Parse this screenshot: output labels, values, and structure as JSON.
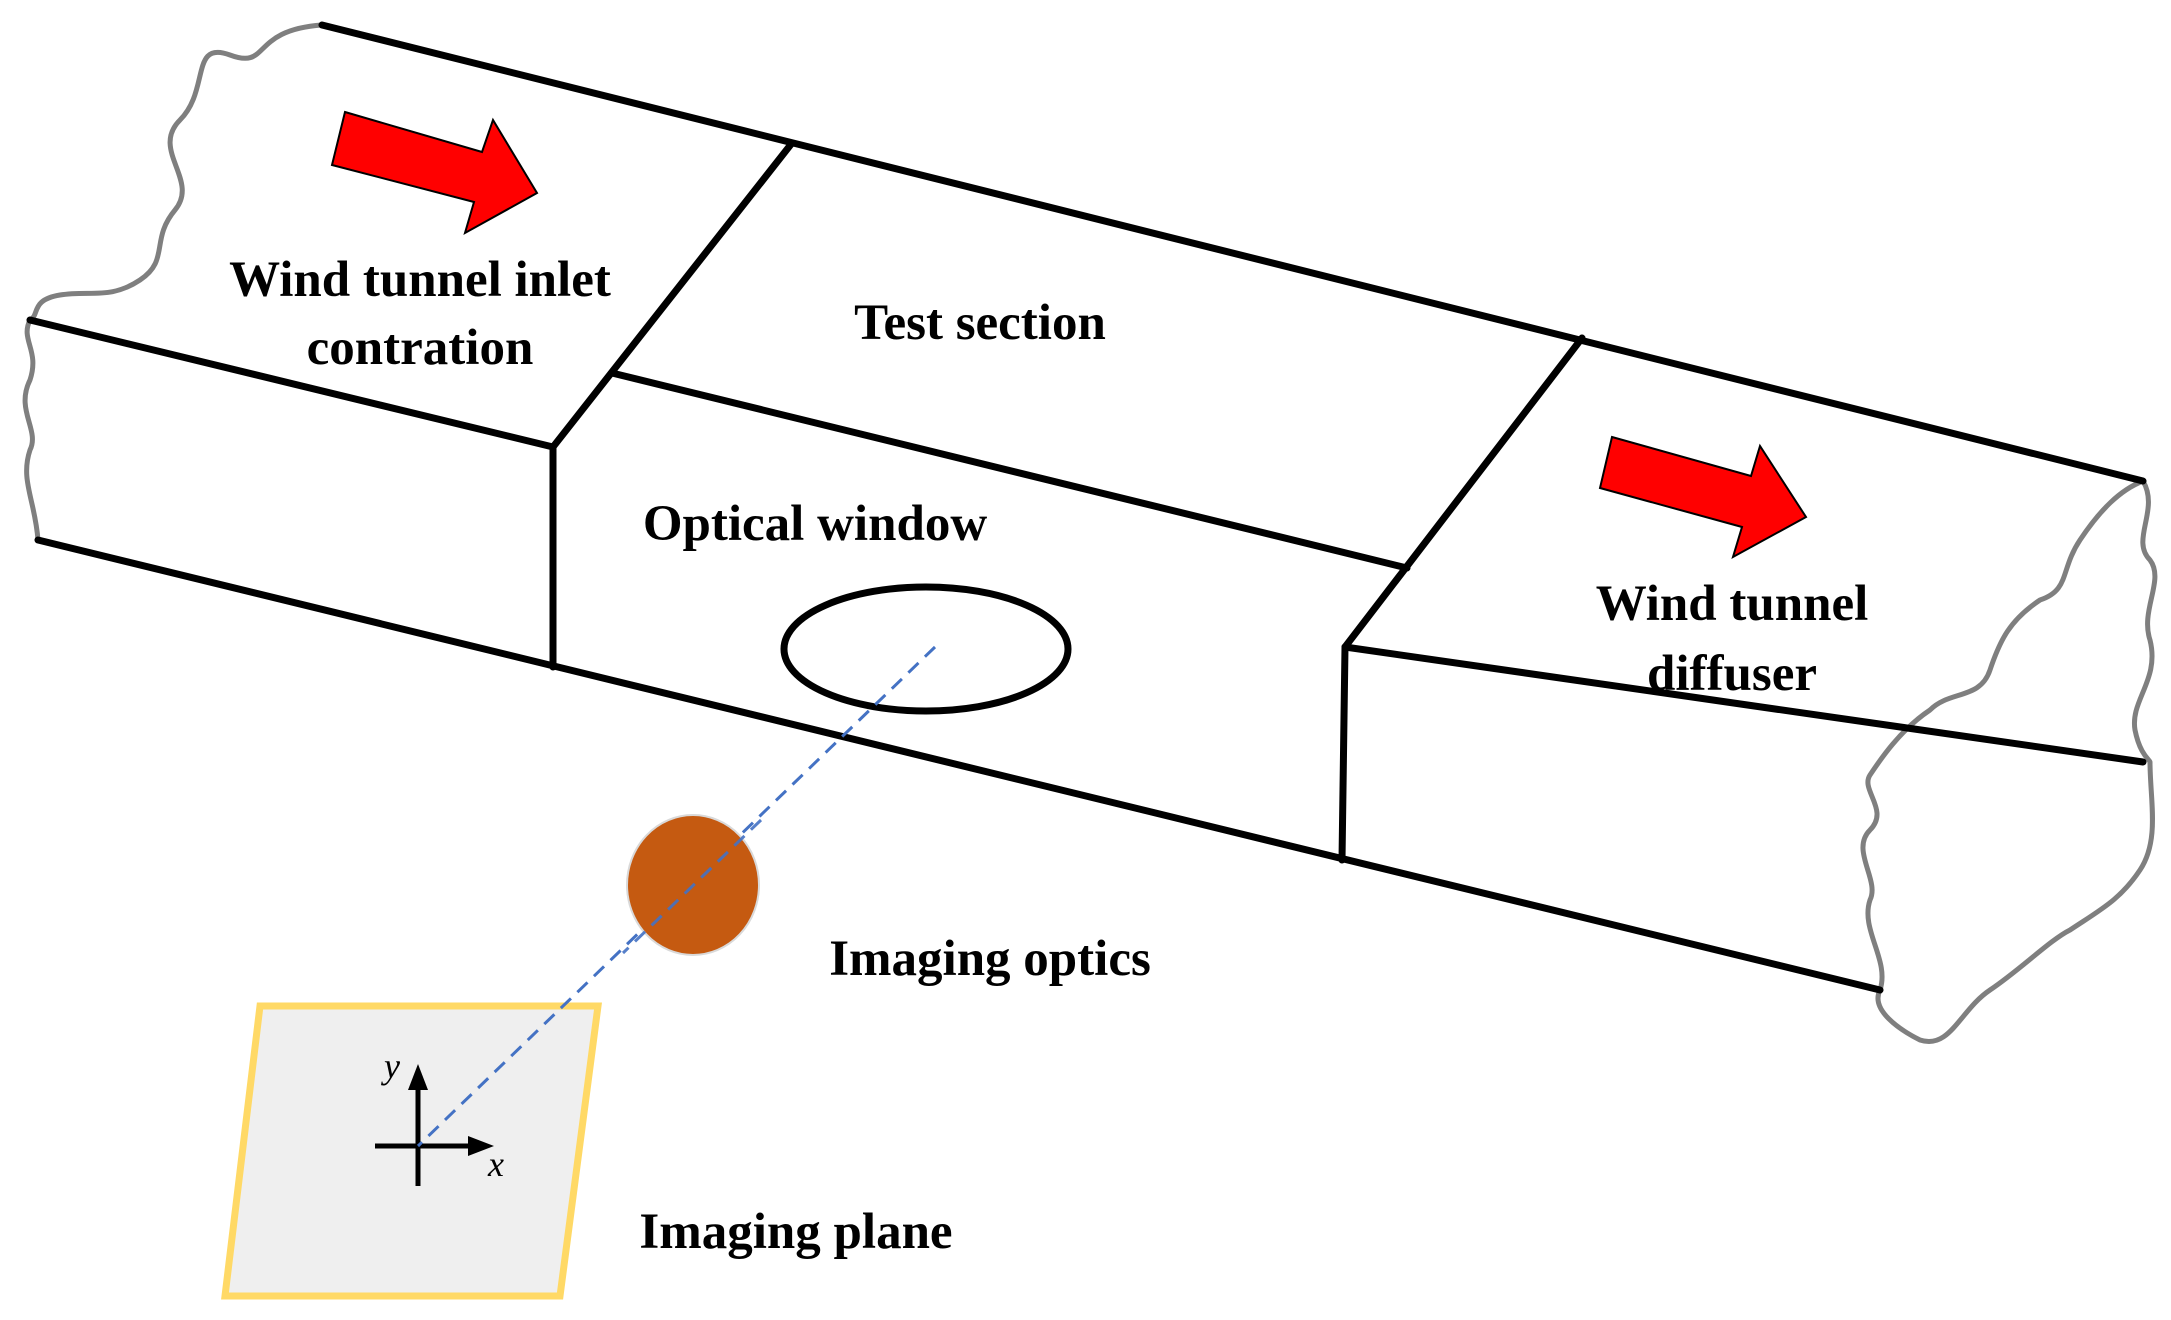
{
  "labels": {
    "inlet_line1": "Wind tunnel inlet",
    "inlet_line2": "contration",
    "test_section": "Test section",
    "optical_window": "Optical window",
    "diffuser_line1": "Wind tunnel",
    "diffuser_line2": "diffuser",
    "imaging_optics": "Imaging optics",
    "imaging_plane": "Imaging plane",
    "axis_x": "x",
    "axis_y": "y"
  },
  "colors": {
    "flow_arrow": "#ff0000",
    "optics_lens": "#c55a11",
    "imaging_plane_fill": "#efefef",
    "imaging_plane_border": "#ffd966",
    "optical_axis": "#4472c4",
    "tunnel_edges": "#000000",
    "break_lines": "#7f7f7f"
  },
  "icons": {
    "flow_arrow_inlet": "right-arrow-icon",
    "flow_arrow_diffuser": "right-arrow-icon"
  }
}
